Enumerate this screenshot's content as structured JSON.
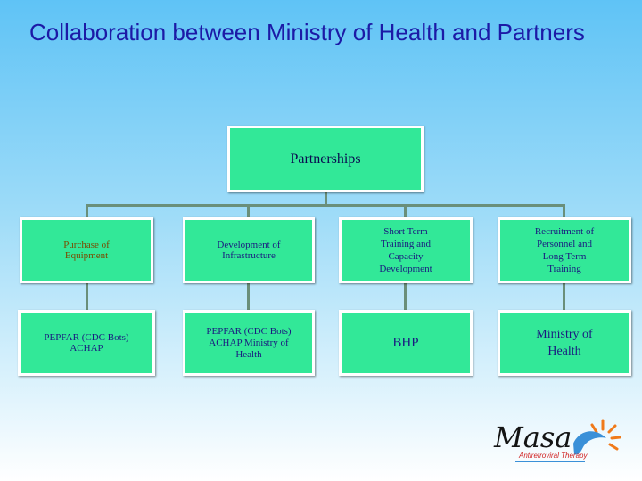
{
  "title": "Collaboration between Ministry of Health and Partners",
  "root": {
    "label": "Partnerships"
  },
  "columns": [
    {
      "category": "Purchase of Equipment",
      "partners": "PEPFAR (CDC Bots) ACHAP"
    },
    {
      "category": "Development of Infrastructure",
      "partners": "PEPFAR (CDC Bots) ACHAP Ministry of Health"
    },
    {
      "category": "Short Term Training and Capacity Development",
      "partners": "BHP"
    },
    {
      "category": "Recruitment of Personnel and Long Term Training",
      "partners": "Ministry of Health"
    }
  ],
  "logo": {
    "name": "Masa",
    "tagline": "Antiretroviral Therapy"
  },
  "colors": {
    "title": "#1c1aa6",
    "box": "#32e898",
    "border": "#ffffff",
    "text": "#1a1a80",
    "connector": "#6a8f7a"
  }
}
